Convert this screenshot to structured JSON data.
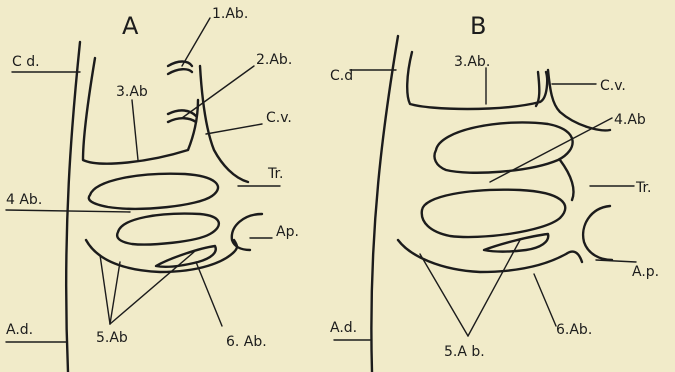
{
  "panels": [
    {
      "letter": "A",
      "labels": {
        "cd": "C d.",
        "ab1": "1.Ab.",
        "ab2": "2.Ab.",
        "ab3": "3.Ab",
        "cv": "C.v.",
        "tr": "Tr.",
        "ab4": "4 Ab.",
        "ap": "Ap.",
        "ad": "A.d.",
        "ab5": "5.Ab",
        "ab6": "6. Ab."
      }
    },
    {
      "letter": "B",
      "labels": {
        "cd": "C.d",
        "ab3": "3.Ab.",
        "cv": "C.v.",
        "ab4": "4.Ab",
        "tr": "Tr.",
        "ap": "A.p.",
        "ad": "A.d.",
        "ab5": "5.A b.",
        "ab6": "6.Ab."
      }
    }
  ],
  "colors": {
    "background": "#f1ebc9",
    "ink": "#1c1c1c"
  }
}
